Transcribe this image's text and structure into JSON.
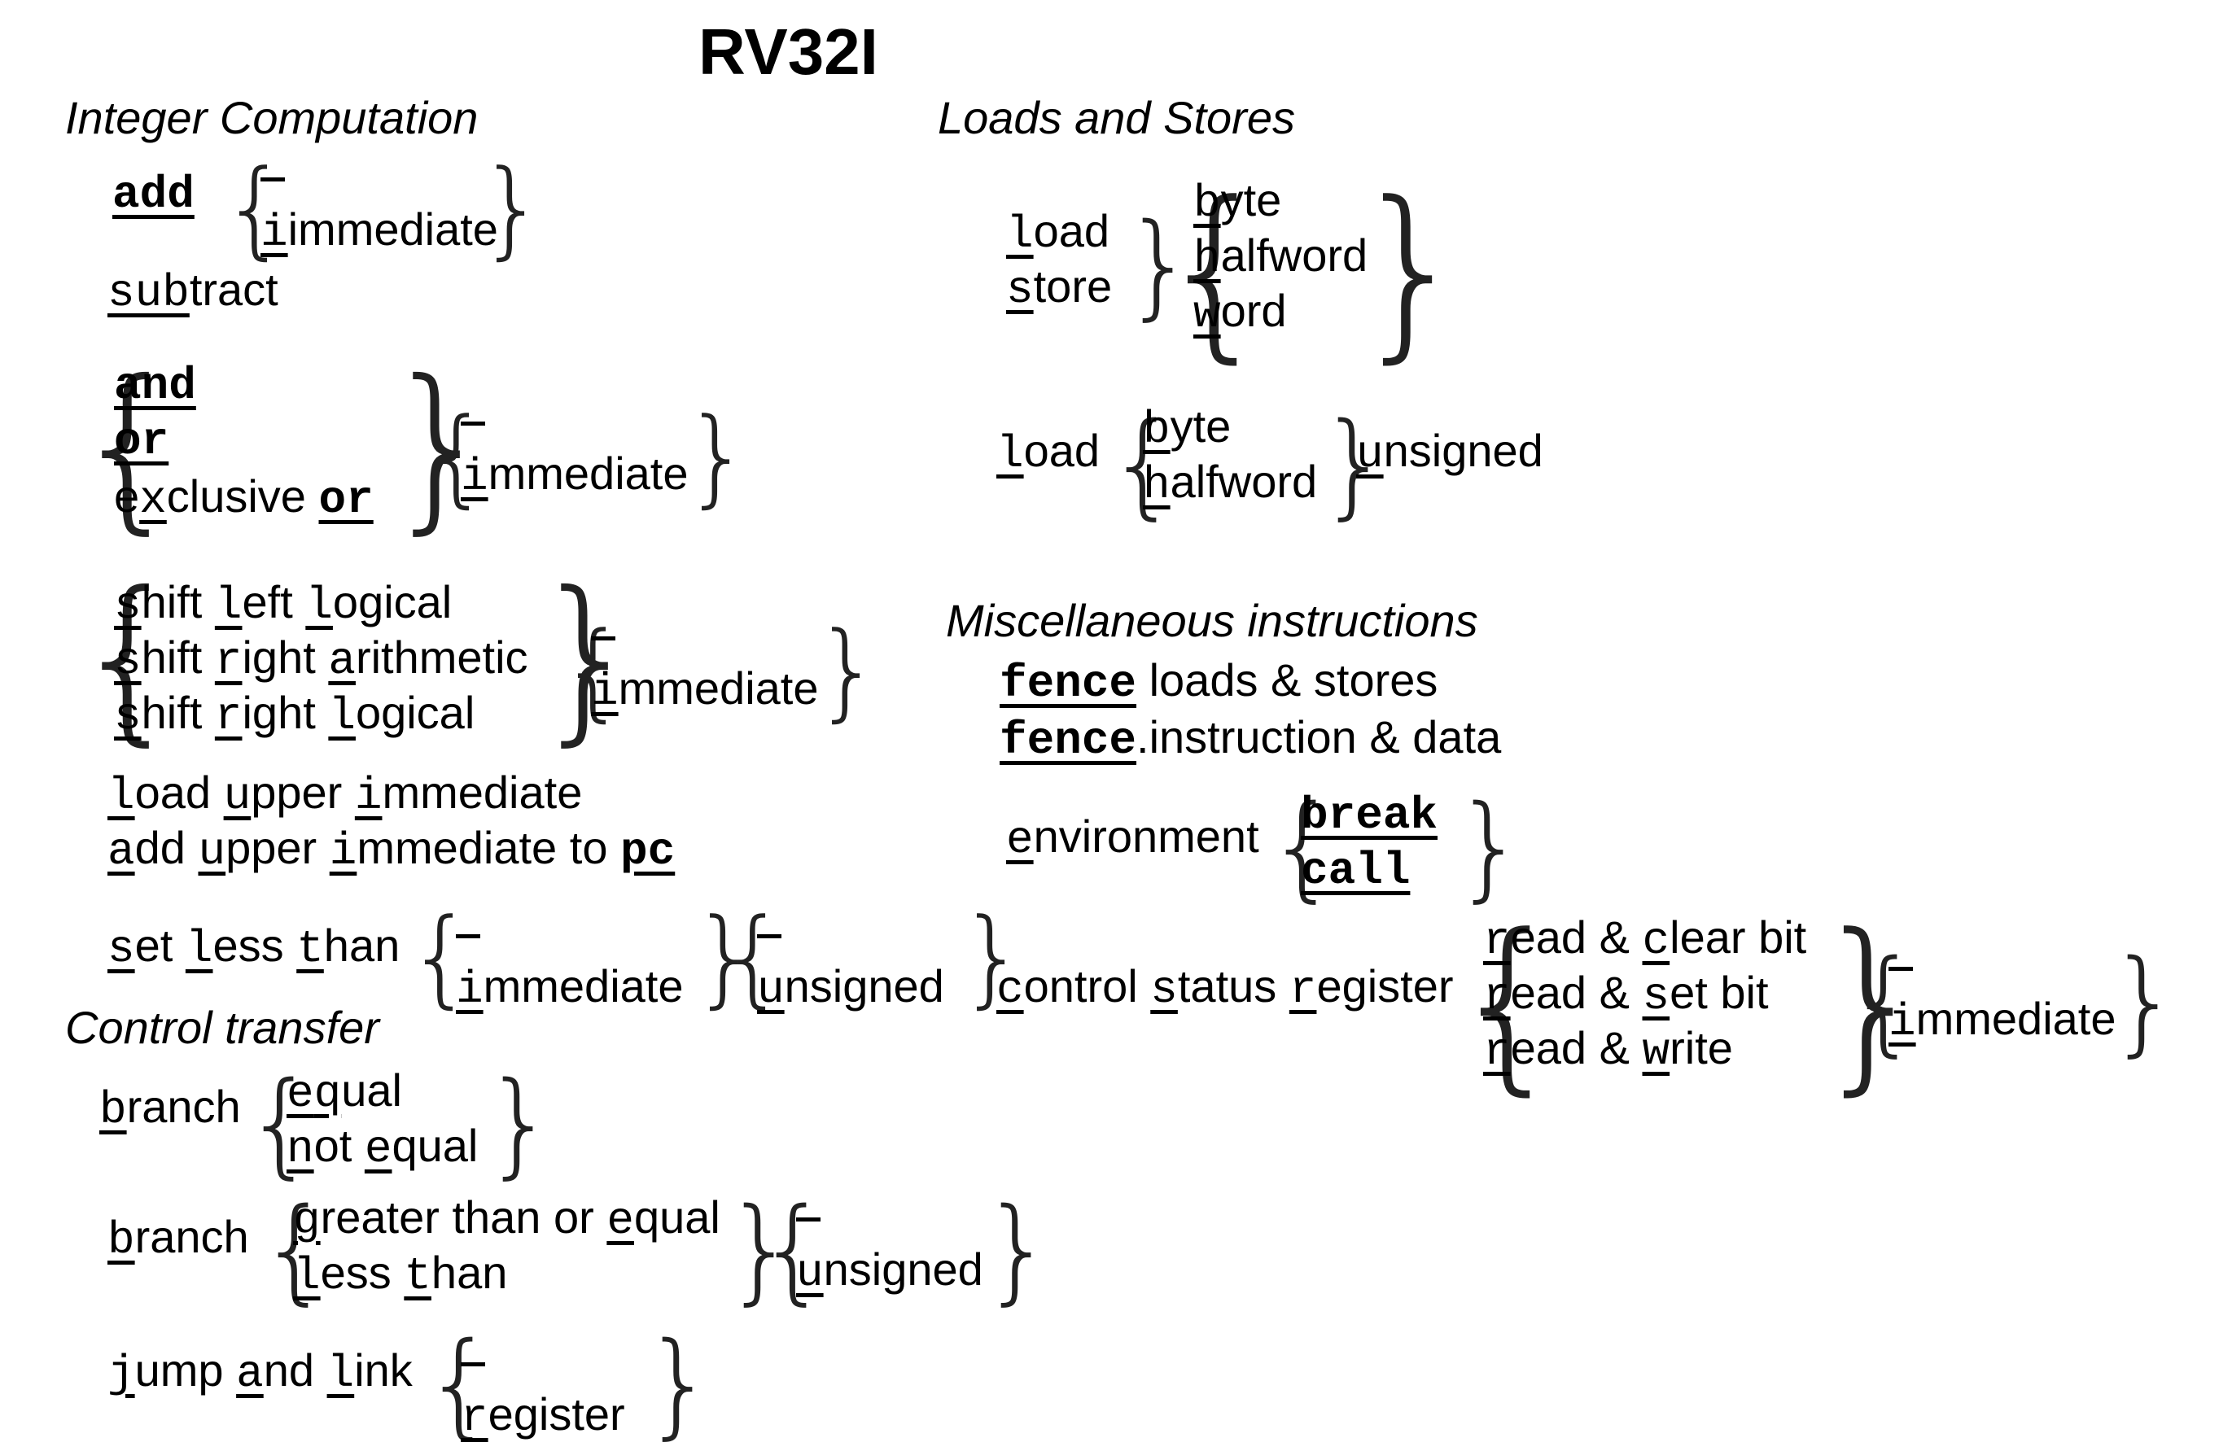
{
  "title": "RV32I",
  "sections": {
    "integer": "Integer Computation",
    "loads": "Loads and Stores",
    "misc": "Miscellaneous instructions",
    "control": "Control transfer"
  },
  "integer": {
    "add": {
      "base": [
        [
          "a",
          "d",
          "d"
        ]
      ],
      "opt": [
        "",
        "immediate"
      ]
    },
    "subtract": "subtract",
    "logic": [
      "and",
      "or",
      "exclusive or"
    ],
    "logic_opt": [
      "",
      "immediate"
    ],
    "shift": [
      "shift left logical",
      "shift right arithmetic",
      "shift right logical"
    ],
    "shift_opt": [
      "",
      "immediate"
    ],
    "lui": "load upper immediate",
    "auipc": "add upper immediate to pc",
    "slt": "set less than",
    "slt_opt1": [
      "",
      "immediate"
    ],
    "slt_opt2": [
      "",
      "unsigned"
    ]
  },
  "loads": {
    "ops": [
      "load",
      "store"
    ],
    "sizes": [
      "byte",
      "halfword",
      "word"
    ],
    "load2": "load",
    "sizes2": [
      "byte",
      "halfword"
    ],
    "unsigned": "unsigned"
  },
  "misc": {
    "fence1_kw": "fence",
    "fence1_rest": " loads & stores",
    "fence2_kw": "fence",
    "fence2_rest": ".instruction & data",
    "environment": "environment",
    "env_ops": [
      "break",
      "call"
    ],
    "csr": "control status register",
    "csr_ops": [
      "read & clear bit",
      "read & set bit",
      "read & write"
    ],
    "csr_opt": [
      "",
      "immediate"
    ]
  },
  "control": {
    "branch1": "branch",
    "branch1_ops": [
      "equal",
      "not equal"
    ],
    "branch2": "branch",
    "branch2_ops": [
      "greater than or equal",
      "less than"
    ],
    "branch2_opt": [
      "",
      "unsigned"
    ],
    "jal": "jump and link",
    "jal_opt": [
      "",
      "register"
    ]
  }
}
